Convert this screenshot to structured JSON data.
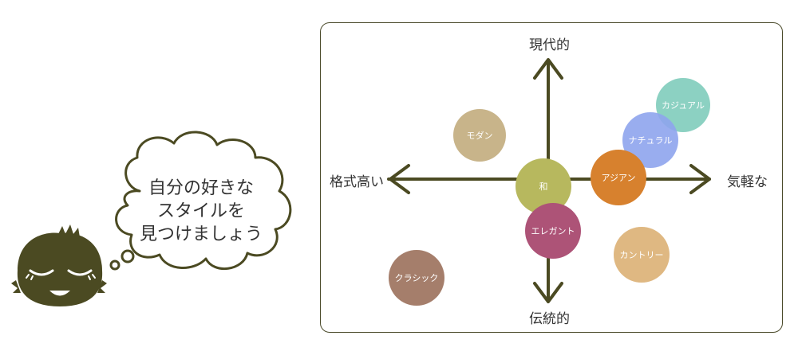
{
  "thought": {
    "lines": [
      "自分の好きな",
      "スタイルを",
      "見つけましょう"
    ]
  },
  "axes": {
    "top": "現代的",
    "bottom": "伝統的",
    "left": "格式高い",
    "right": "気軽な"
  },
  "colors": {
    "axis": "#4b4a22",
    "character": "#4b4a22",
    "cloud_stroke": "#4b4a22"
  },
  "styles": [
    {
      "label": "カジュアル",
      "color": "#86cfbf",
      "opacity": 0.95
    },
    {
      "label": "ナチュラル",
      "color": "#8fa5ee",
      "opacity": 0.9
    },
    {
      "label": "モダン",
      "color": "#c8b48a",
      "opacity": 1
    },
    {
      "label": "アジアン",
      "color": "#d7812e",
      "opacity": 1
    },
    {
      "label": "和",
      "color": "#b7b85e",
      "opacity": 1
    },
    {
      "label": "エレガント",
      "color": "#ad5377",
      "opacity": 1
    },
    {
      "label": "カントリー",
      "color": "#dfb882",
      "opacity": 1
    },
    {
      "label": "クラシック",
      "color": "#a57e6b",
      "opacity": 1
    }
  ]
}
